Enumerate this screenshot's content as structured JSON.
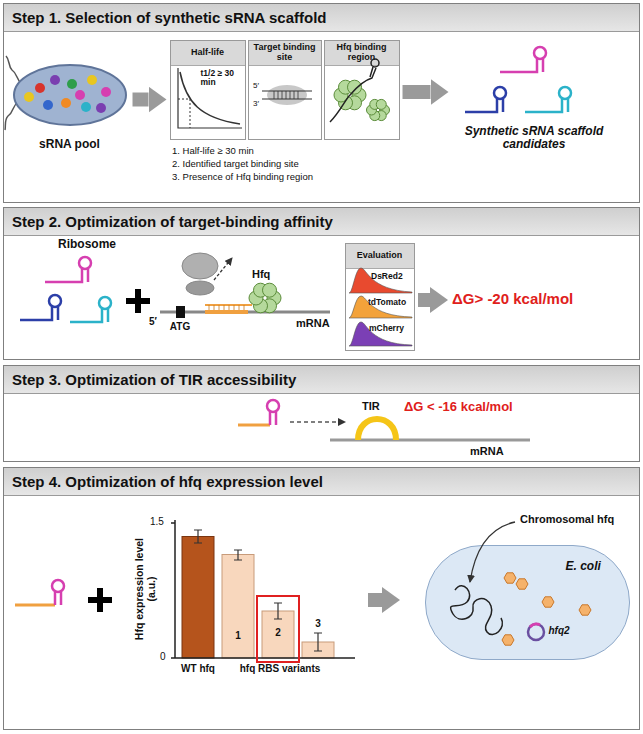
{
  "diagram": {
    "nodes": [
      {
        "text": [
          "Step 1. Selection of synthetic sRNA scaffold"
        ]
      },
      {
        "text": [
          "sRNA pool"
        ],
        "in": 0
      },
      {
        "text": [
          "Half-life",
          "t1/2 ≥ 30 min"
        ],
        "in": 0
      },
      {
        "text": [
          "Target binding site"
        ],
        "in": 0
      },
      {
        "text": [
          "Hfq binding region"
        ],
        "in": 0
      },
      {
        "text": [
          "Synthetic sRNA scaffold candidates"
        ],
        "in": 0
      },
      {
        "text": [
          "Step 2. Optimization of target-binding affinity"
        ]
      },
      {
        "text": [
          "Evaluation"
        ],
        "in": 6
      },
      {
        "text": [
          "Step 3. Optimization of TIR accessibility"
        ]
      },
      {
        "text": [
          "Step 4. Optimization of hfq expression level"
        ]
      },
      {
        "text": [
          "E. coli",
          "hfq2"
        ],
        "in": 9
      }
    ],
    "edges": [
      {
        "from": 1,
        "to": 2,
        "arrow": "to"
      },
      {
        "from": 4,
        "to": 5,
        "arrow": "to"
      }
    ],
    "labels": [
      "5′",
      "3′",
      "1. Half-life ≥ 30 min",
      "2. Identified target binding site",
      "3. Presence of Hfq binding region",
      "Ribosome",
      "5′",
      "ATG",
      "Hfq",
      "mRNA",
      "DsRed2",
      "tdTomato",
      "mCherry",
      "ΔG> -20 kcal/mol",
      "TIR",
      "ΔG < -16 kcal/mol",
      "mRNA",
      "1.5",
      "0",
      "Hfq expression level (a.u.)",
      "WT hfq",
      "hfq RBS variants",
      "1",
      "2",
      "3",
      "Chromosomal hfq"
    ]
  }
}
